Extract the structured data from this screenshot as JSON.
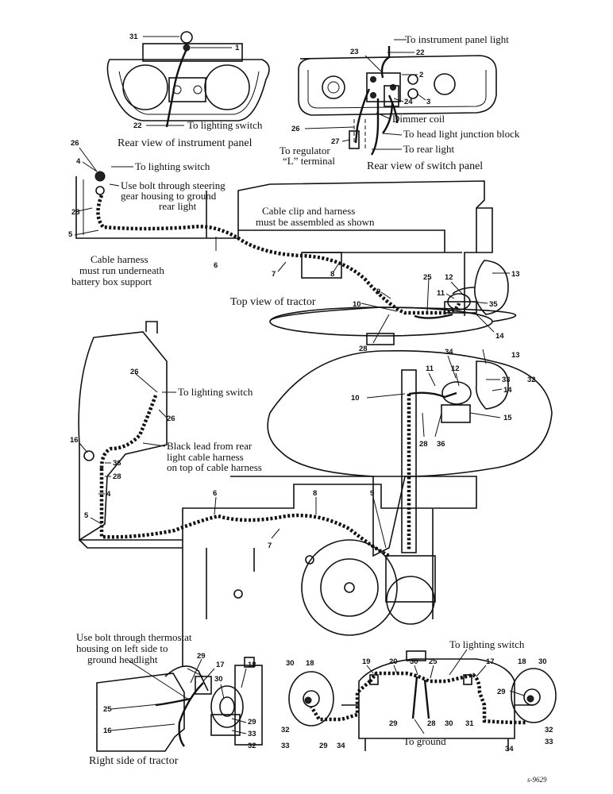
{
  "instrument_panel": {
    "caption": "Rear view of instrument panel",
    "to_lighting_switch": "To lighting switch",
    "callouts": [
      "31",
      "1",
      "22"
    ]
  },
  "switch_panel": {
    "caption": "Rear view of switch panel",
    "to_instrument_panel_light": "To instrument panel light",
    "dimmer_coil": "Dimmer coil",
    "to_head_light_junction_block": "To head light junction block",
    "to_rear_light": "To rear light",
    "to_regulator_line1": "To regulator",
    "to_regulator_line2": "“L” terminal",
    "callouts": [
      "23",
      "22",
      "2",
      "24",
      "3",
      "26",
      "27"
    ]
  },
  "top_view": {
    "caption": "Top view of tractor",
    "to_lighting_switch": "To lighting switch",
    "bolt_note_line1": "Use bolt through steering",
    "bolt_note_line2": "gear housing to ground",
    "bolt_note_line3": "rear light",
    "clip_note_line1": "Cable clip and harness",
    "clip_note_line2": "must be assembled as shown",
    "harness_note_line1": "Cable harness",
    "harness_note_line2": "must run underneath",
    "harness_note_line3": "battery box support",
    "callouts": [
      "26",
      "4",
      "28",
      "5",
      "6",
      "7",
      "8",
      "9",
      "10",
      "25",
      "12",
      "11",
      "13",
      "35",
      "14",
      "28"
    ]
  },
  "side_view": {
    "to_lighting_switch": "To lighting switch",
    "black_lead_line1": "Black lead from rear",
    "black_lead_line2": "light cable harness",
    "black_lead_line3": "on top of cable harness",
    "callouts": [
      "26",
      "26",
      "16",
      "36",
      "28",
      "4",
      "5",
      "6",
      "8",
      "7",
      "9",
      "10",
      "34",
      "13",
      "11",
      "12",
      "33",
      "32",
      "14",
      "15",
      "28",
      "36"
    ]
  },
  "right_side": {
    "caption": "Right side of tractor",
    "thermostat_note_line1": "Use bolt through thermostat",
    "thermostat_note_line2": "housing on left side to",
    "thermostat_note_line3": "ground headlight",
    "callouts": [
      "29",
      "17",
      "18",
      "30",
      "25",
      "16",
      "29",
      "33",
      "32"
    ]
  },
  "front_view": {
    "to_lighting_switch": "To lighting switch",
    "to_ground": "To ground",
    "callouts": [
      "30",
      "18",
      "19",
      "20",
      "30",
      "25",
      "17",
      "18",
      "30",
      "29",
      "32",
      "33",
      "29",
      "34",
      "29",
      "28",
      "30",
      "31",
      "34",
      "32",
      "33"
    ]
  },
  "figure_code": "s-9629"
}
